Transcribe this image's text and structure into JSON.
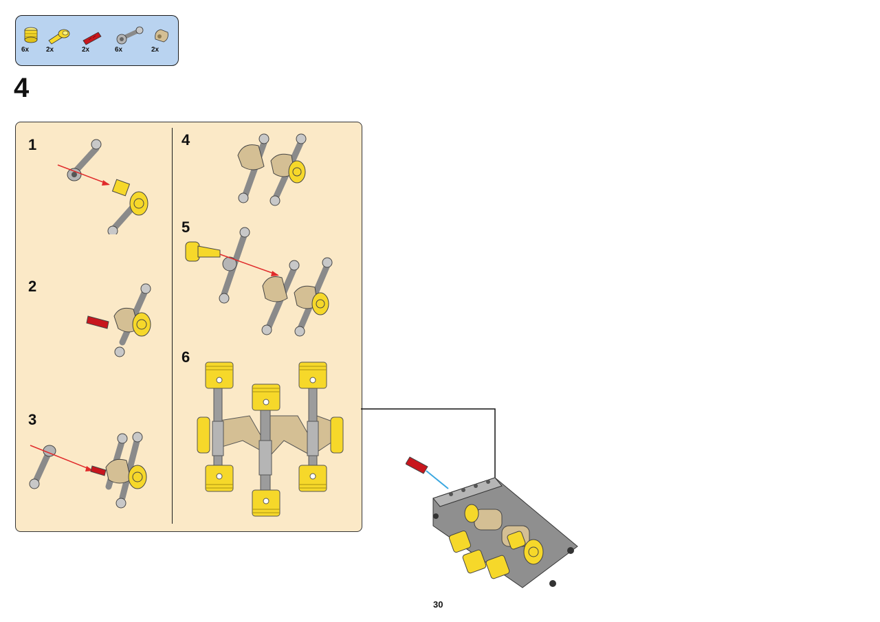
{
  "parts_list": {
    "items": [
      {
        "qty": "6x",
        "icon": "yellow-piston-icon",
        "color": "#f6d82a"
      },
      {
        "qty": "2x",
        "icon": "yellow-axle-pin-icon",
        "color": "#f6d82a"
      },
      {
        "qty": "2x",
        "icon": "red-axle-pin-icon",
        "color": "#c8161d"
      },
      {
        "qty": "6x",
        "icon": "gray-piston-rod-icon",
        "color": "#9c9c9c"
      },
      {
        "qty": "2x",
        "icon": "tan-crank-icon",
        "color": "#d4bf94"
      }
    ]
  },
  "step": {
    "number": "4"
  },
  "substeps": [
    "1",
    "2",
    "3",
    "4",
    "5",
    "6"
  ],
  "page": {
    "number": "30"
  },
  "colors": {
    "panel_bg": "#fbe9c7",
    "parts_bg": "#b9d3f0",
    "yellow": "#f6d82a",
    "red": "#c8161d",
    "gray": "#9c9c9c",
    "tan": "#d4bf94",
    "blue_arrow": "#3aa7e0"
  }
}
